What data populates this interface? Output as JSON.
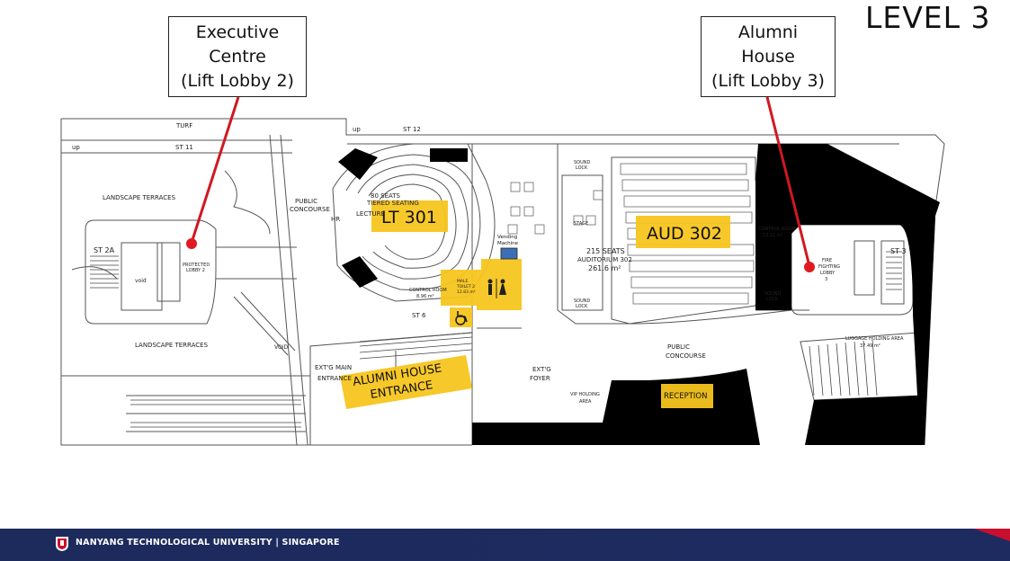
{
  "level_title": "LEVEL 3",
  "callouts": {
    "executive_centre": {
      "lines": [
        "Executive",
        "Centre",
        "(Lift Lobby 2)"
      ]
    },
    "alumni_house": {
      "lines": [
        "Alumni",
        "House",
        "(Lift Lobby 3)"
      ]
    }
  },
  "rooms": {
    "lt301": "LT 301",
    "aud302": "AUD 302",
    "alumni_entrance": [
      "ALUMNI HOUSE",
      "ENTRANCE"
    ],
    "reception": "RECEPTION",
    "vending": [
      "Vending",
      "Machine"
    ]
  },
  "plan_labels": {
    "turf": "TURF",
    "st11": "ST 11",
    "st12": "ST 12",
    "up1": "up",
    "up2": "up",
    "landscape_top": "LANDSCAPE TERRACES",
    "landscape_bottom": "LANDSCAPE TERRACES",
    "st2a": "ST 2A",
    "void1": "void",
    "void2": "VOID",
    "protected_lobby": [
      "PROTECTED",
      "LOBBY 2"
    ],
    "public_concourse_left": [
      "PUBLIC",
      "CONCOURSE"
    ],
    "public_concourse_right": [
      "PUBLIC",
      "CONCOURSE"
    ],
    "seats_lt": [
      "80 SEATS",
      "TIERED SEATING",
      "LECTURE"
    ],
    "control_room_lt": [
      "CONTROL ROOM",
      "8.96 m²"
    ],
    "st6": "ST 6",
    "extg_main_entrance": [
      "EXT'G MAIN",
      "ENTRANCE"
    ],
    "extg_foyer": [
      "EXT'G",
      "FOYER"
    ],
    "vip_holding": [
      "VIP HOLDING",
      "AREA"
    ],
    "sound_lock_top": [
      "SOUND",
      "LOCK"
    ],
    "sound_lock_bottom": [
      "SOUND",
      "LOCK"
    ],
    "sound_lock_right": [
      "SOUND",
      "LOCK"
    ],
    "stage": "STAGE",
    "auditorium_seats": [
      "215 SEATS",
      "AUDITORIUM 302",
      "261.6 m²"
    ],
    "control_room_aud": [
      "CONTROL ROOM",
      "13.21 m²"
    ],
    "fire_fighting": [
      "FIRE",
      "FIGHTING",
      "LOBBY",
      "3"
    ],
    "st3": "ST 3",
    "luggage": [
      "LUGGAGE HOLDING AREA",
      "37.49 m²"
    ],
    "hr": "HR",
    "toilet_text": [
      "MALE",
      "TOILET 2",
      "12.83 m²"
    ]
  },
  "footer": {
    "text": "NANYANG TECHNOLOGICAL UNIVERSITY | SINGAPORE"
  },
  "colors": {
    "highlight": "#f7c51e",
    "marker": "#e01a22",
    "leader": "#d01820",
    "footer": "#1d2b60",
    "vending": "#3d6fb6"
  }
}
